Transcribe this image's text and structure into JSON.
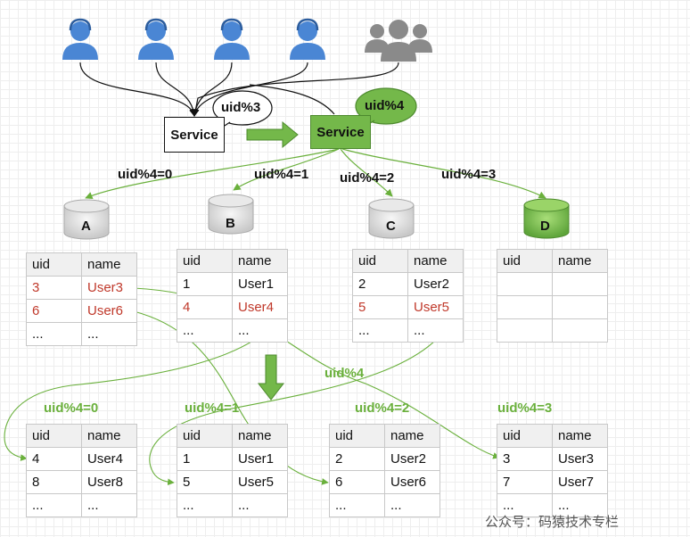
{
  "service_old": "Service",
  "service_new": "Service",
  "bubble_old": "uid%3",
  "bubble_new": "uid%4",
  "routes": [
    "uid%4=0",
    "uid%4=1",
    "uid%4=2",
    "uid%4=3"
  ],
  "dbs": [
    "A",
    "B",
    "C",
    "D"
  ],
  "remap_label": "uid%4",
  "watermark": "公众号：码猿技术专栏",
  "columns": [
    "uid",
    "name"
  ],
  "tables_old": [
    {
      "rows": [
        [
          "3",
          "User3",
          true
        ],
        [
          "6",
          "User6",
          true
        ],
        [
          "...",
          "...",
          false
        ]
      ]
    },
    {
      "rows": [
        [
          "1",
          "User1",
          false
        ],
        [
          "4",
          "User4",
          true
        ],
        [
          "...",
          "...",
          false
        ]
      ]
    },
    {
      "rows": [
        [
          "2",
          "User2",
          false
        ],
        [
          "5",
          "User5",
          true
        ],
        [
          "...",
          "...",
          false
        ]
      ]
    },
    {
      "rows": [
        [
          "",
          "",
          false
        ],
        [
          "",
          "",
          false
        ],
        [
          "",
          "",
          false
        ]
      ]
    }
  ],
  "tables_new": [
    {
      "rows": [
        [
          "4",
          "User4"
        ],
        [
          "8",
          "User8"
        ],
        [
          "...",
          "..."
        ]
      ]
    },
    {
      "rows": [
        [
          "1",
          "User1"
        ],
        [
          "5",
          "User5"
        ],
        [
          "...",
          "..."
        ]
      ]
    },
    {
      "rows": [
        [
          "2",
          "User2"
        ],
        [
          "6",
          "User6"
        ],
        [
          "...",
          "..."
        ]
      ]
    },
    {
      "rows": [
        [
          "3",
          "User3"
        ],
        [
          "7",
          "User7"
        ],
        [
          "...",
          "..."
        ]
      ]
    }
  ],
  "colors": {
    "green": "#6ab03c",
    "service_green": "#74b84a",
    "user_blue": "#4a86d4",
    "group_gray": "#8a8a8a"
  }
}
